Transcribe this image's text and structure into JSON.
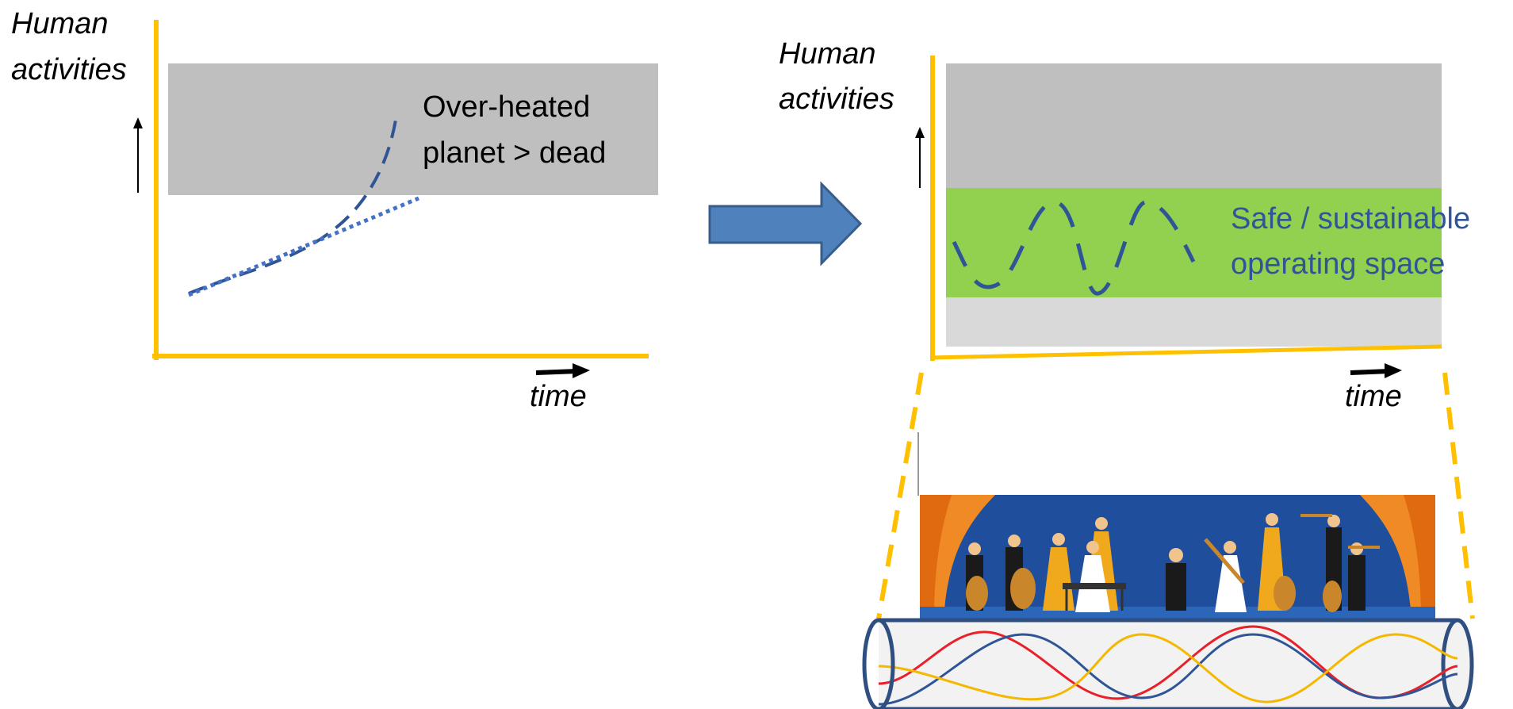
{
  "left_panel": {
    "ylabel_line1": "Human",
    "ylabel_line2": "activities",
    "xlabel": "time",
    "zone_label_line1": "Over-heated",
    "zone_label_line2": "planet > dead"
  },
  "right_panel": {
    "ylabel_line1": "Human",
    "ylabel_line2": "activities",
    "xlabel": "time",
    "zone_label_line1": "Safe / sustainable",
    "zone_label_line2": "operating space"
  },
  "colors": {
    "axis": "#FFC000",
    "danger_zone": "#BFBFBF",
    "lower_zone": "#D9D9D9",
    "safe_zone": "#92D050",
    "curve_dark": "#2F5597",
    "curve_light": "#4472C4",
    "safe_text": "#2F5597",
    "arrow_fill": "#4F81BD",
    "arrow_stroke": "#385D8A",
    "orchestra_backdrop": "#1F4E9C",
    "curtain": "#F08A24",
    "tube_outline": "#2F4F80",
    "tube_wave_red": "#E8202A",
    "tube_wave_yellow": "#F5B800",
    "tube_wave_blue": "#2F5597"
  },
  "icons": {
    "transition_arrow": "right-block-arrow-icon",
    "orchestra": "orchestra-illustration",
    "tube": "tube-with-waves-illustration"
  }
}
